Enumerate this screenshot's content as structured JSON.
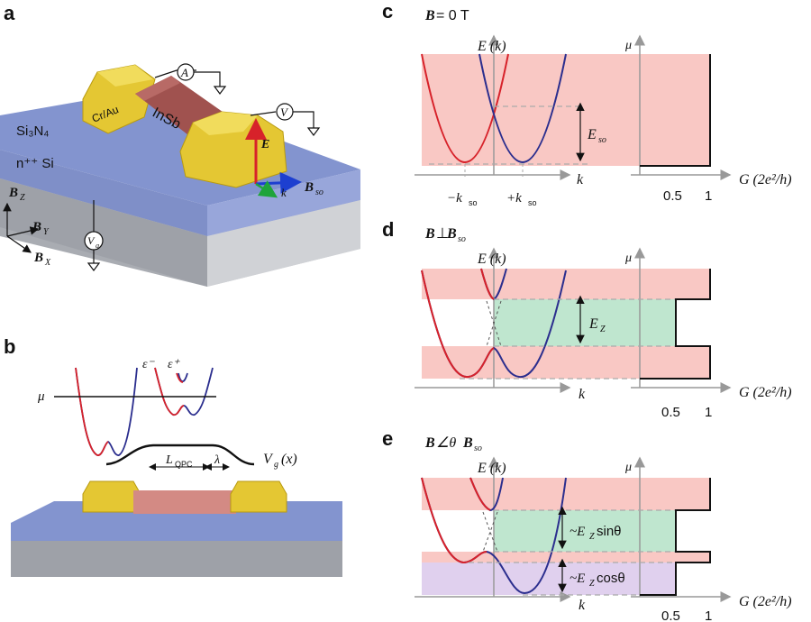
{
  "panels": {
    "a": "a",
    "b": "b",
    "c": "c",
    "d": "d",
    "e": "e"
  },
  "panel_a": {
    "substrate_top": "Si₃N₄",
    "substrate_bottom": "n⁺⁺ Si",
    "contact_label": "Cr/Au",
    "wire_label": "InSb",
    "ammeter": "A",
    "voltmeter": "V",
    "gate": "V",
    "gate_sub": "g",
    "e_field": "E",
    "k_vec": "k",
    "b_so": "B",
    "b_so_sub": "so",
    "bz": "B",
    "bz_sub": "Z",
    "by": "B",
    "by_sub": "Y",
    "bx": "B",
    "bx_sub": "X"
  },
  "panel_b": {
    "eps_minus": "ε⁻",
    "eps_plus": "ε⁺",
    "mu": "μ",
    "lqpc": "L",
    "lqpc_sub": "QPC",
    "lambda": "λ",
    "vg": "V",
    "vg_sub": "g",
    "vg_arg": "(x)"
  },
  "panel_c": {
    "title_b": "B",
    "title_rest": " = 0 T",
    "ek": "E (k)",
    "mu": "μ",
    "k": "k",
    "minus_kso": "−k",
    "plus_kso": "+k",
    "kso_sub": "so",
    "eso": "E",
    "eso_sub": "so",
    "g_axis": "G (2e²/h)",
    "tick_05": "0.5",
    "tick_1": "1"
  },
  "panel_d": {
    "title_b1": "B",
    "title_perp": "⊥",
    "title_b2": "B",
    "title_sub": "so",
    "ek": "E (k)",
    "mu": "μ",
    "k": "k",
    "ez": "E",
    "ez_sub": "Z",
    "g_axis": "G (2e²/h)",
    "tick_05": "0.5",
    "tick_1": "1"
  },
  "panel_e": {
    "title_b1": "B",
    "title_angle": "∠θ ",
    "title_b2": "B",
    "title_sub": "so",
    "ek": "E (k)",
    "mu": "μ",
    "k": "k",
    "ez_sin": "~E",
    "ez_sin_sub": "Z",
    "ez_sin_rest": "sinθ",
    "ez_cos": "~E",
    "ez_cos_sub": "Z",
    "ez_cos_rest": "cosθ",
    "g_axis": "G (2e²/h)",
    "tick_05": "0.5",
    "tick_1": "1"
  },
  "colors": {
    "red_band": "#f5b3ae",
    "green_band": "#b3e3c8",
    "purple_band": "#d9c6ea",
    "red_curve": "#d7222a",
    "blue_curve": "#2b2e8e",
    "gold": "#e0c028",
    "wire": "#a0524f"
  }
}
